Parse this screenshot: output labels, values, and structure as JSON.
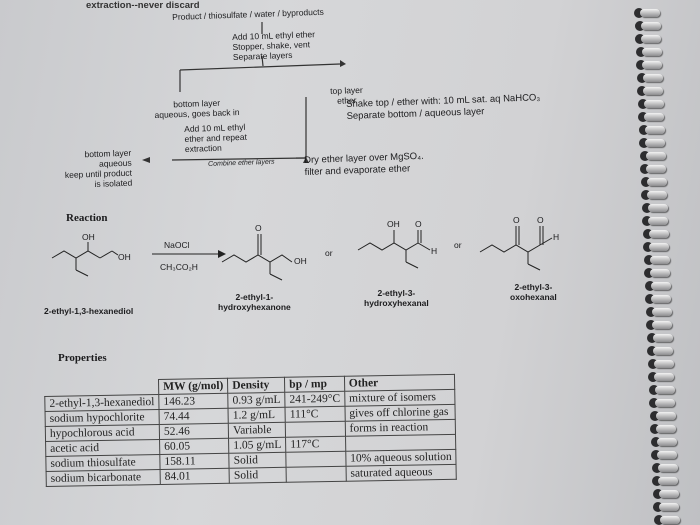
{
  "header": {
    "text": "extraction--never discard"
  },
  "flow": {
    "top_label": "Product / thiosulfate / water / byproducts",
    "step1": [
      "Add 10 mL ethyl ether",
      "Stopper, shake, vent",
      "Separate layers"
    ],
    "bottom_layer_1": [
      "bottom layer",
      "aqueous, goes back in"
    ],
    "repeat": [
      "Add 10 mL ethyl",
      "ether and repeat",
      "extraction"
    ],
    "top_layer": [
      "top layer",
      "ether"
    ],
    "shake": [
      "Shake top / ether with: 10 mL sat. aq NaHCO₃",
      "Separate bottom / aqueous layer"
    ],
    "bottom_layer_2": [
      "bottom layer",
      "aqueous",
      "keep until product",
      "is isolated"
    ],
    "combine": "Combine ether layers",
    "dry": [
      "Dry ether layer over MgSO₄.",
      "filter and evaporate ether"
    ]
  },
  "reaction": {
    "heading": "Reaction",
    "reagent_top": "NaOCl",
    "reagent_bottom": "CH₃CO₂H",
    "or1": "or",
    "or2": "or",
    "atom_labels": {
      "oh1": "OH",
      "oh2": "OH",
      "o1": "O",
      "oh3": "OH",
      "oh4": "OH",
      "o2": "O",
      "h1": "H",
      "o3": "O",
      "o4": "O",
      "h2": "H"
    },
    "names": {
      "reactant": "2-ethyl-1,3-hexanediol",
      "p1": [
        "2-ethyl-1-",
        "hydroxyhexanone"
      ],
      "p2": [
        "2-ethyl-3-",
        "hydroxyhexanal"
      ],
      "p3": [
        "2-ethyl-3-",
        "oxohexanal"
      ]
    }
  },
  "properties": {
    "heading": "Properties",
    "columns": [
      "MW (g/mol)",
      "Density",
      "bp / mp",
      "Other"
    ],
    "rows": [
      [
        "2-ethyl-1,3-hexanediol",
        "146.23",
        "0.93 g/mL",
        "241-249°C",
        "mixture of isomers"
      ],
      [
        "sodium hypochlorite",
        "74.44",
        "1.2 g/mL",
        "111°C",
        "gives off chlorine gas"
      ],
      [
        "hypochlorous acid",
        "52.46",
        "Variable",
        "",
        "forms in reaction"
      ],
      [
        "acetic acid",
        "60.05",
        "1.05 g/mL",
        "117°C",
        ""
      ],
      [
        "sodium thiosulfate",
        "158.11",
        "Solid",
        "",
        "10% aqueous solution"
      ],
      [
        "sodium bicarbonate",
        "84.01",
        "Solid",
        "",
        "saturated aqueous"
      ]
    ]
  }
}
